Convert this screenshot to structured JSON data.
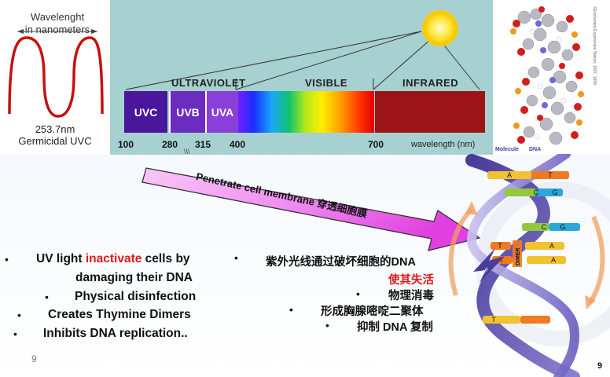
{
  "wave": {
    "title_line1": "Wavelenght",
    "title_line2": "in nanometers",
    "caption_line1": "253.7nm",
    "caption_line2": "Germicidal UVC"
  },
  "spectrum": {
    "bands": {
      "ultraviolet": "ULTRAVIOLET",
      "visible": "VISIBLE",
      "infrared": "INFRARED"
    },
    "uv_boxes": [
      "UVC",
      "UVB",
      "UVA"
    ],
    "ticks": [
      "100",
      "280",
      "315",
      "400",
      "700"
    ],
    "axis_label": "wavelength (nm)",
    "colors": {
      "uvc": "#4a169c",
      "uvb": "#6b2cc0",
      "uva": "#8a3fd8",
      "infrared": "#9b1418",
      "sun": "#ffe430"
    }
  },
  "molecule": {
    "caption_left": "Molecule",
    "caption_right": "DNA",
    "side_credit": "©Enchanted Experiential Station, 1997, 1998"
  },
  "arrow": {
    "label": "Penetrate cell membrane 穿透细胞膜",
    "color": "#e040e0"
  },
  "dna_diagram": {
    "rungs": [
      "A",
      "T",
      "C",
      "G",
      "C",
      "G",
      "T",
      "T",
      "A",
      "A",
      "T"
    ],
    "dimer_label": "DIMER",
    "uv_label": "UV LIGHT"
  },
  "bullets_en": {
    "item1_pre": "UV light ",
    "item1_highlight": "inactivate",
    "item1_post": " cells by",
    "item1_line2": "damaging their DNA",
    "item2": "Physical disinfection",
    "item3": "Creates Thymine Dimers",
    "item4": "Inhibits DNA replication.."
  },
  "bullets_zh": {
    "item1_line1": "紫外光线通过破坏细胞的DNA",
    "item1_line2": "使其失活",
    "item2": "物理消毒",
    "item3": "形成胸腺嘧啶二聚体",
    "item4": "抑制 DNA 复制"
  },
  "slide_number_left": "9",
  "slide_number_right": "9"
}
